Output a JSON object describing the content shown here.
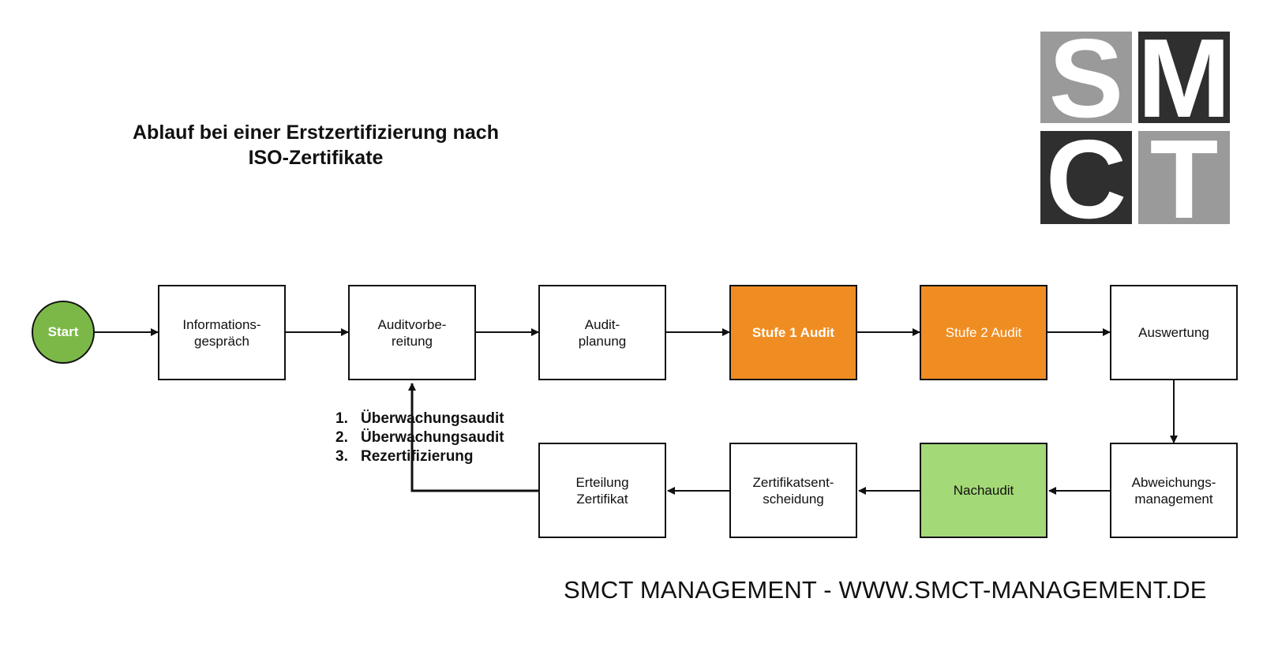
{
  "title": {
    "line1": "Ablauf bei einer Erstzertifizierung nach",
    "line2": "ISO-Zertifikate"
  },
  "logo": {
    "letters": [
      "S",
      "M",
      "C",
      "T"
    ],
    "colors": {
      "light": "#9a9a9a",
      "dark": "#2f2f2f"
    }
  },
  "start": {
    "label": "Start",
    "color": "#7cb848"
  },
  "steps": [
    {
      "label": "Informations-\ngespräch"
    },
    {
      "label": "Auditvorbe-\nreitung"
    },
    {
      "label": "Audit-\nplanung"
    },
    {
      "label": "Stufe 1 Audit",
      "color": "#f08d22"
    },
    {
      "label": "Stufe 2 Audit",
      "color": "#f08d22"
    },
    {
      "label": "Auswertung"
    },
    {
      "label": "Abweichungs-\nmanagement"
    },
    {
      "label": "Nachaudit",
      "color": "#a3d977"
    },
    {
      "label": "Zertifikatsent-\nscheidung"
    },
    {
      "label": "Erteilung\nZertifikat"
    }
  ],
  "cycle": [
    {
      "num": "1.",
      "label": "Überwachungsaudit"
    },
    {
      "num": "2.",
      "label": "Überwachungsaudit"
    },
    {
      "num": "3.",
      "label": "Rezertifizierung"
    }
  ],
  "footer": "SMCT MANAGEMENT - WWW.SMCT-MANAGEMENT.DE"
}
